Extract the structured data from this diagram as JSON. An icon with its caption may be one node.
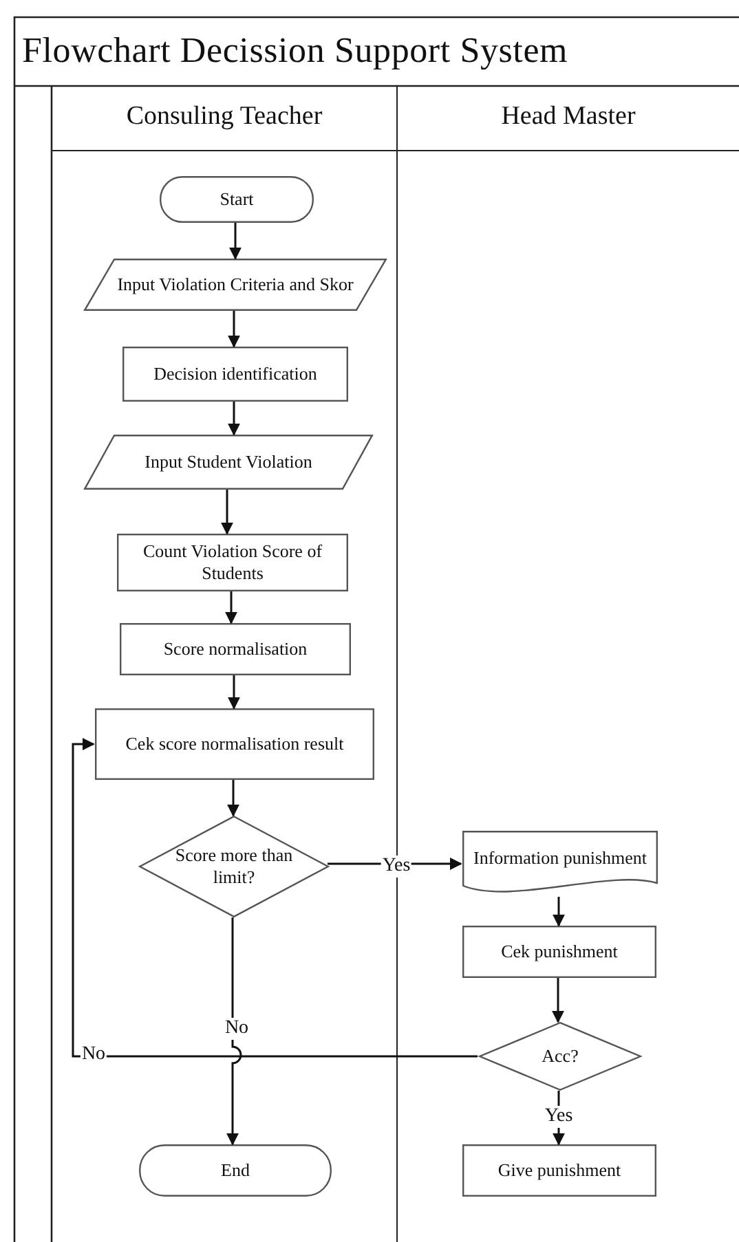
{
  "diagram": {
    "title": "Flowchart Decission Support System",
    "nodes": [
      {
        "text": [
          "Consuling Teacher"
        ]
      },
      {
        "text": [
          "Head Master"
        ]
      },
      {
        "text": [
          "Start"
        ],
        "in": 0
      },
      {
        "text": [
          "Input Violation Criteria and Skor"
        ],
        "in": 0
      },
      {
        "text": [
          "Decision identification"
        ],
        "in": 0
      },
      {
        "text": [
          "Input Student Violation"
        ],
        "in": 0
      },
      {
        "text": [
          "Count Violation Score of Students"
        ],
        "in": 0
      },
      {
        "text": [
          "Score normalisation"
        ],
        "in": 0
      },
      {
        "text": [
          "Cek score normalisation result"
        ],
        "in": 0
      },
      {
        "text": [
          "Score more than limit?"
        ],
        "in": 0
      },
      {
        "text": [
          "End"
        ],
        "in": 0
      },
      {
        "text": [
          "Information punishment"
        ],
        "in": 1
      },
      {
        "text": [
          "Cek punishment"
        ],
        "in": 1
      },
      {
        "text": [
          "Acc?"
        ],
        "in": 1
      },
      {
        "text": [
          "Give punishment"
        ],
        "in": 1
      }
    ],
    "edges": [
      {
        "from": 2,
        "to": 3,
        "arrow": "to"
      },
      {
        "from": 3,
        "to": 4,
        "arrow": "to"
      },
      {
        "from": 4,
        "to": 5,
        "arrow": "to"
      },
      {
        "from": 5,
        "to": 6,
        "arrow": "to"
      },
      {
        "from": 6,
        "to": 7,
        "arrow": "to"
      },
      {
        "from": 7,
        "to": 8,
        "arrow": "to"
      },
      {
        "from": 8,
        "to": 9,
        "arrow": "to"
      },
      {
        "from": 9,
        "to": 11,
        "arrow": "to",
        "label": "Yes"
      },
      {
        "from": 11,
        "to": 12,
        "arrow": "to"
      },
      {
        "from": 12,
        "to": 13,
        "arrow": "to"
      },
      {
        "from": 13,
        "to": 14,
        "arrow": "to",
        "label": "Yes"
      },
      {
        "from": 9,
        "to": 10,
        "arrow": "to",
        "label": "No"
      },
      {
        "from": 13,
        "to": 8,
        "arrow": "to",
        "label": "No"
      }
    ]
  }
}
